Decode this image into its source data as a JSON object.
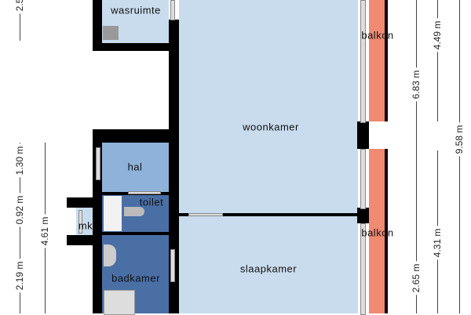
{
  "rooms": {
    "wasruimte": "wasruimte",
    "woonkamer": "woonkamer",
    "balkon_top": "balkon",
    "balkon_bottom": "balkon",
    "hal": "hal",
    "toilet": "toilet",
    "mk": "mk",
    "badkamer": "badkamer",
    "slaapkamer": "slaapkamer"
  },
  "dimensions": {
    "left": [
      "2.5",
      "1.30 m",
      "0.92 m",
      "2.19 m",
      "4.61 m"
    ],
    "right": [
      "6.83 m",
      "2.65 m",
      "4.49 m",
      "4.31 m",
      "9.58 m"
    ]
  },
  "colors": {
    "living": "#c9dcee",
    "hal": "#8fb2da",
    "wet": "#4a6fa5",
    "balcony": "#f08a70"
  }
}
